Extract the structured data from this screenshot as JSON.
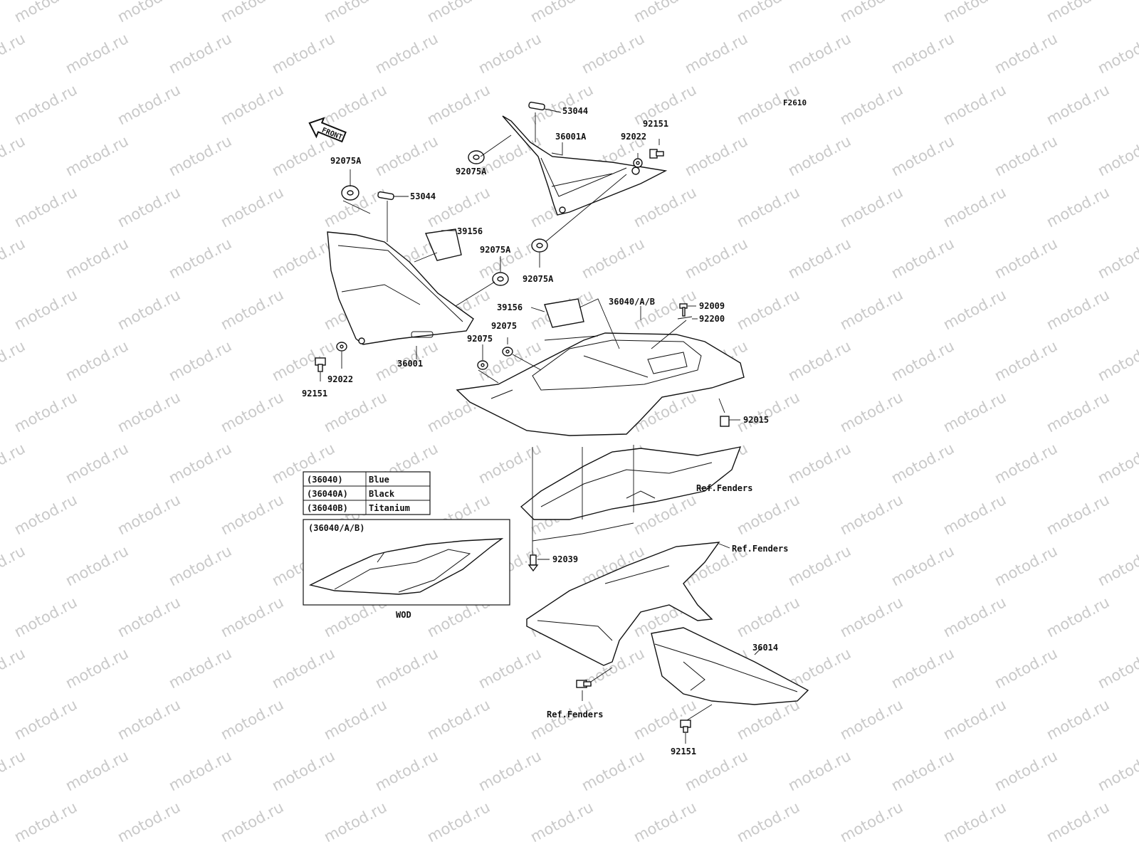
{
  "figure_code": "F2610",
  "front_label": "FRONT",
  "watermark": "motod.ru",
  "labels": {
    "p53044_top": "53044",
    "p36001A": "36001A",
    "p92022_top": "92022",
    "p92151_top": "92151",
    "p92075A_left_top": "92075A",
    "p92075A_mid_top": "92075A",
    "p53044_left": "53044",
    "p39156_top": "39156",
    "p92075A_mid": "92075A",
    "p92075A_right": "92075A",
    "p36040AB": "36040/A/B",
    "p92009": "92009",
    "p92200": "92200",
    "p39156_mid": "39156",
    "p92075_a": "92075",
    "p92075_b": "92075",
    "p36001": "36001",
    "p92022_left": "92022",
    "p92151_left": "92151",
    "p92015": "92015",
    "ref_fenders_1": "Ref.Fenders",
    "p92039": "92039",
    "ref_fenders_2": "Ref.Fenders",
    "p36014": "36014",
    "ref_fenders_3": "Ref.Fenders",
    "p92151_bottom": "92151",
    "inset_title": "(36040/A/B)",
    "inset_caption": "WOD"
  },
  "color_table": [
    {
      "code": "(36040)",
      "color": "Blue"
    },
    {
      "code": "(36040A)",
      "color": "Black"
    },
    {
      "code": "(36040B)",
      "color": "Titanium"
    }
  ]
}
